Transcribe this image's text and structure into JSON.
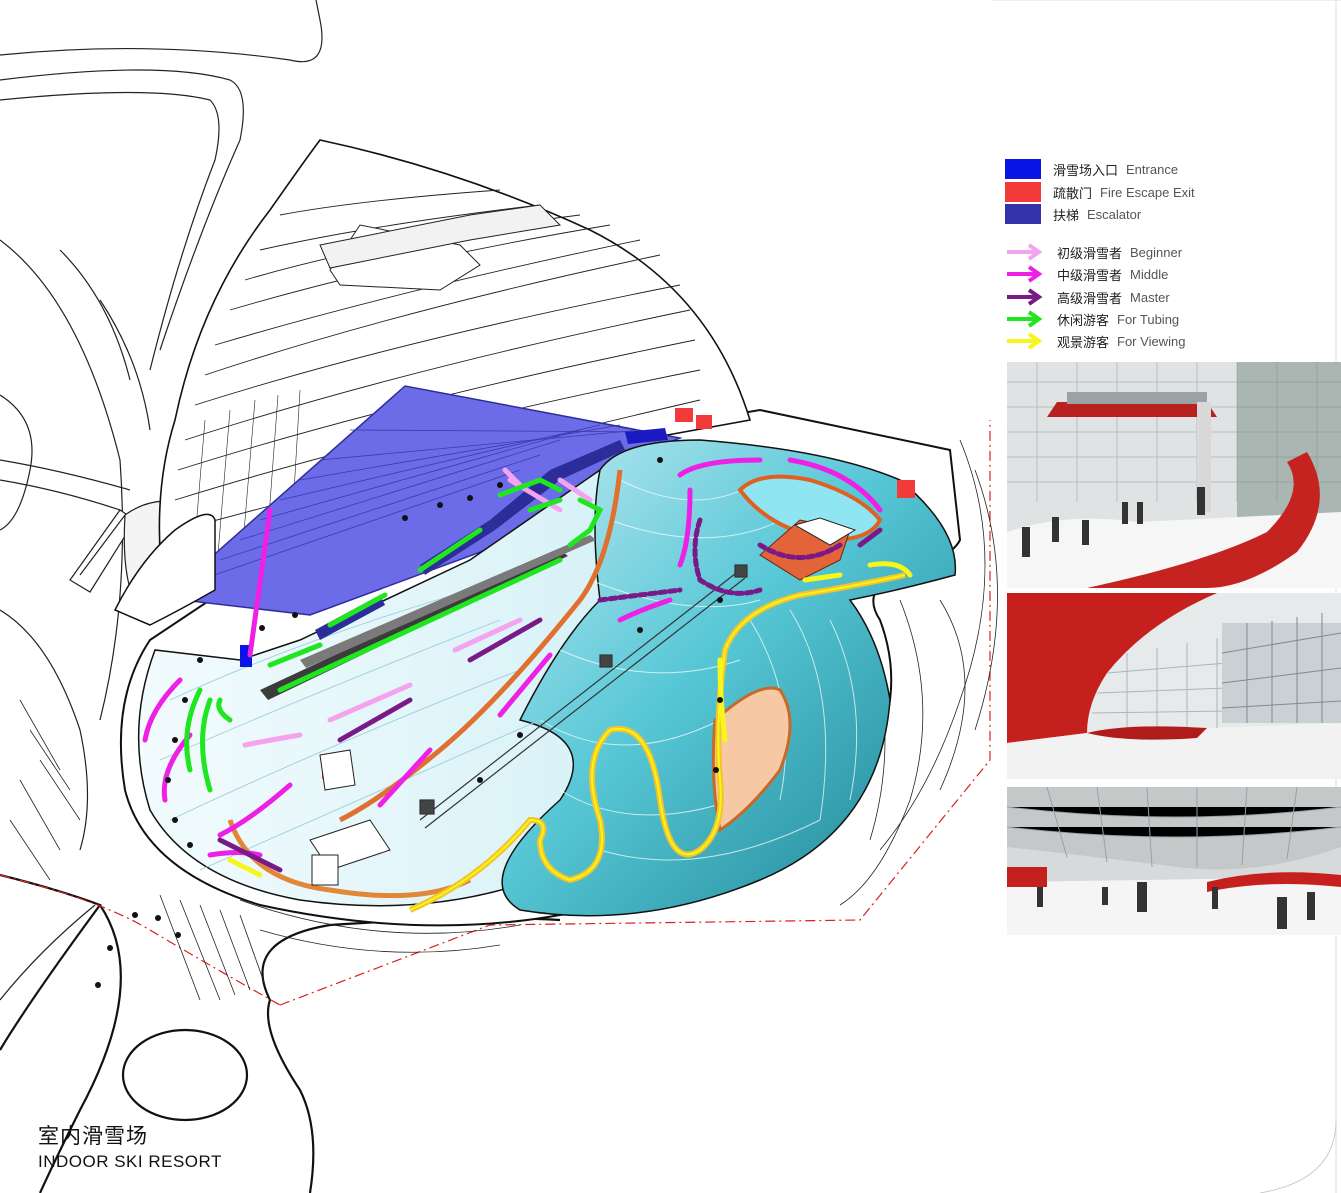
{
  "legend": {
    "areas": [
      {
        "zh": "滑雪场入口",
        "en": "Entrance",
        "color": "#0b14e6"
      },
      {
        "zh": "疏散门",
        "en": "Fire Escape Exit",
        "color": "#f23a3a"
      },
      {
        "zh": "扶梯",
        "en": "Escalator",
        "color": "#3432a8"
      }
    ],
    "routes": [
      {
        "zh": "初级滑雪者",
        "en": "Beginner",
        "color": "#f4a3ee"
      },
      {
        "zh": "中级滑雪者",
        "en": "Middle",
        "color": "#ee20e6"
      },
      {
        "zh": "高级滑雪者",
        "en": "Master",
        "color": "#7a1a88"
      },
      {
        "zh": "休闲游客",
        "en": "For Tubing",
        "color": "#1fe61f"
      },
      {
        "zh": "观景游客",
        "en": "For Viewing",
        "color": "#f6f61a"
      }
    ]
  },
  "title": {
    "zh": "室内滑雪场",
    "en": "INDOOR SKI RESORT"
  }
}
